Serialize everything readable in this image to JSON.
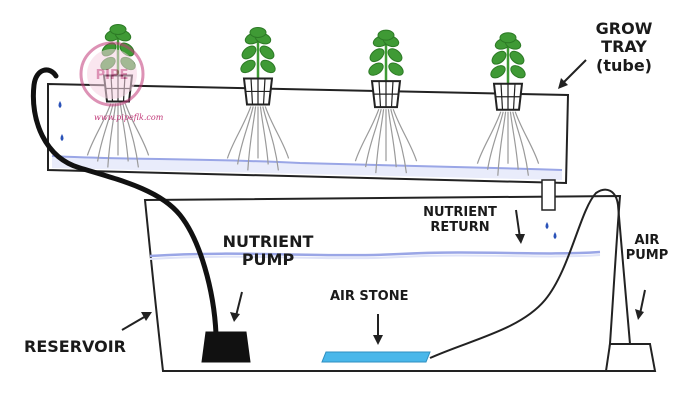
{
  "labels": {
    "grow_tray": "GROW\nTRAY\n(tube)",
    "nutrient_pump": "NUTRIENT\nPUMP",
    "nutrient_return": "NUTRIENT\nRETURN",
    "air_pump": "AIR\nPUMP",
    "air_stone": "AIR STONE",
    "reservoir": "RESERVOIR"
  },
  "watermark": {
    "text": "www.pipeflk.com",
    "letters": "PIPE"
  },
  "colors": {
    "outline": "#222222",
    "water_line": "#9aa6e6",
    "water_fill": "#e9ecfb",
    "air_stone": "#49b7ea",
    "leaf": "#3f9a35",
    "root": "#9a9a9a",
    "pot": "#222222",
    "drip": "#2a52b8",
    "watermark": "#c23a7a"
  },
  "plants": 4
}
